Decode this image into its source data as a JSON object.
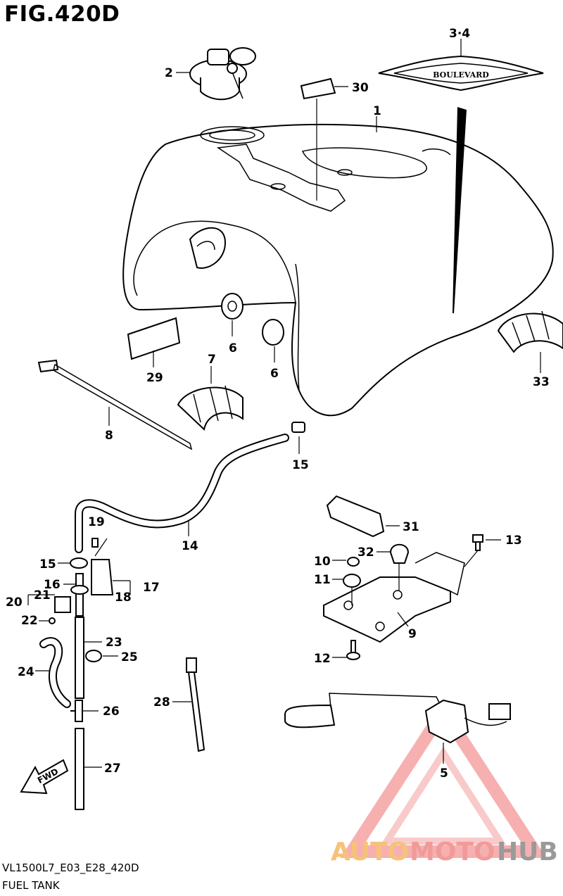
{
  "figure": {
    "title": "FIG.420D",
    "model_code": "VL1500L7_E03_E28_420D",
    "name": "FUEL TANK"
  },
  "emblem_text": "BOULEVARD",
  "callouts": [
    {
      "id": "c-1",
      "label": "1"
    },
    {
      "id": "c-2",
      "label": "2"
    },
    {
      "id": "c-3-4",
      "label": "3·4"
    },
    {
      "id": "c-30",
      "label": "30"
    },
    {
      "id": "c-33",
      "label": "33"
    },
    {
      "id": "c-6a",
      "label": "6"
    },
    {
      "id": "c-6b",
      "label": "6"
    },
    {
      "id": "c-29",
      "label": "29"
    },
    {
      "id": "c-7",
      "label": "7"
    },
    {
      "id": "c-8",
      "label": "8"
    },
    {
      "id": "c-15a",
      "label": "15"
    },
    {
      "id": "c-14",
      "label": "14"
    },
    {
      "id": "c-19",
      "label": "19"
    },
    {
      "id": "c-15b",
      "label": "15"
    },
    {
      "id": "c-16",
      "label": "16"
    },
    {
      "id": "c-17",
      "label": "17"
    },
    {
      "id": "c-18",
      "label": "18"
    },
    {
      "id": "c-20",
      "label": "20"
    },
    {
      "id": "c-21",
      "label": "21"
    },
    {
      "id": "c-22",
      "label": "22"
    },
    {
      "id": "c-23",
      "label": "23"
    },
    {
      "id": "c-25",
      "label": "25"
    },
    {
      "id": "c-24",
      "label": "24"
    },
    {
      "id": "c-26",
      "label": "26"
    },
    {
      "id": "c-27",
      "label": "27"
    },
    {
      "id": "c-28",
      "label": "28"
    },
    {
      "id": "c-31",
      "label": "31"
    },
    {
      "id": "c-32",
      "label": "32"
    },
    {
      "id": "c-13",
      "label": "13"
    },
    {
      "id": "c-10",
      "label": "10"
    },
    {
      "id": "c-11",
      "label": "11"
    },
    {
      "id": "c-9",
      "label": "9"
    },
    {
      "id": "c-12",
      "label": "12"
    },
    {
      "id": "c-5",
      "label": "5"
    }
  ],
  "fwd_label": "FWD",
  "watermark": {
    "part1": "AUTO",
    "part2": "MOTO",
    "part3": "HUB",
    "color_auto": "#f6c27a",
    "color_moto": "#f29a9a",
    "color_hub": "#9a9a9a"
  }
}
